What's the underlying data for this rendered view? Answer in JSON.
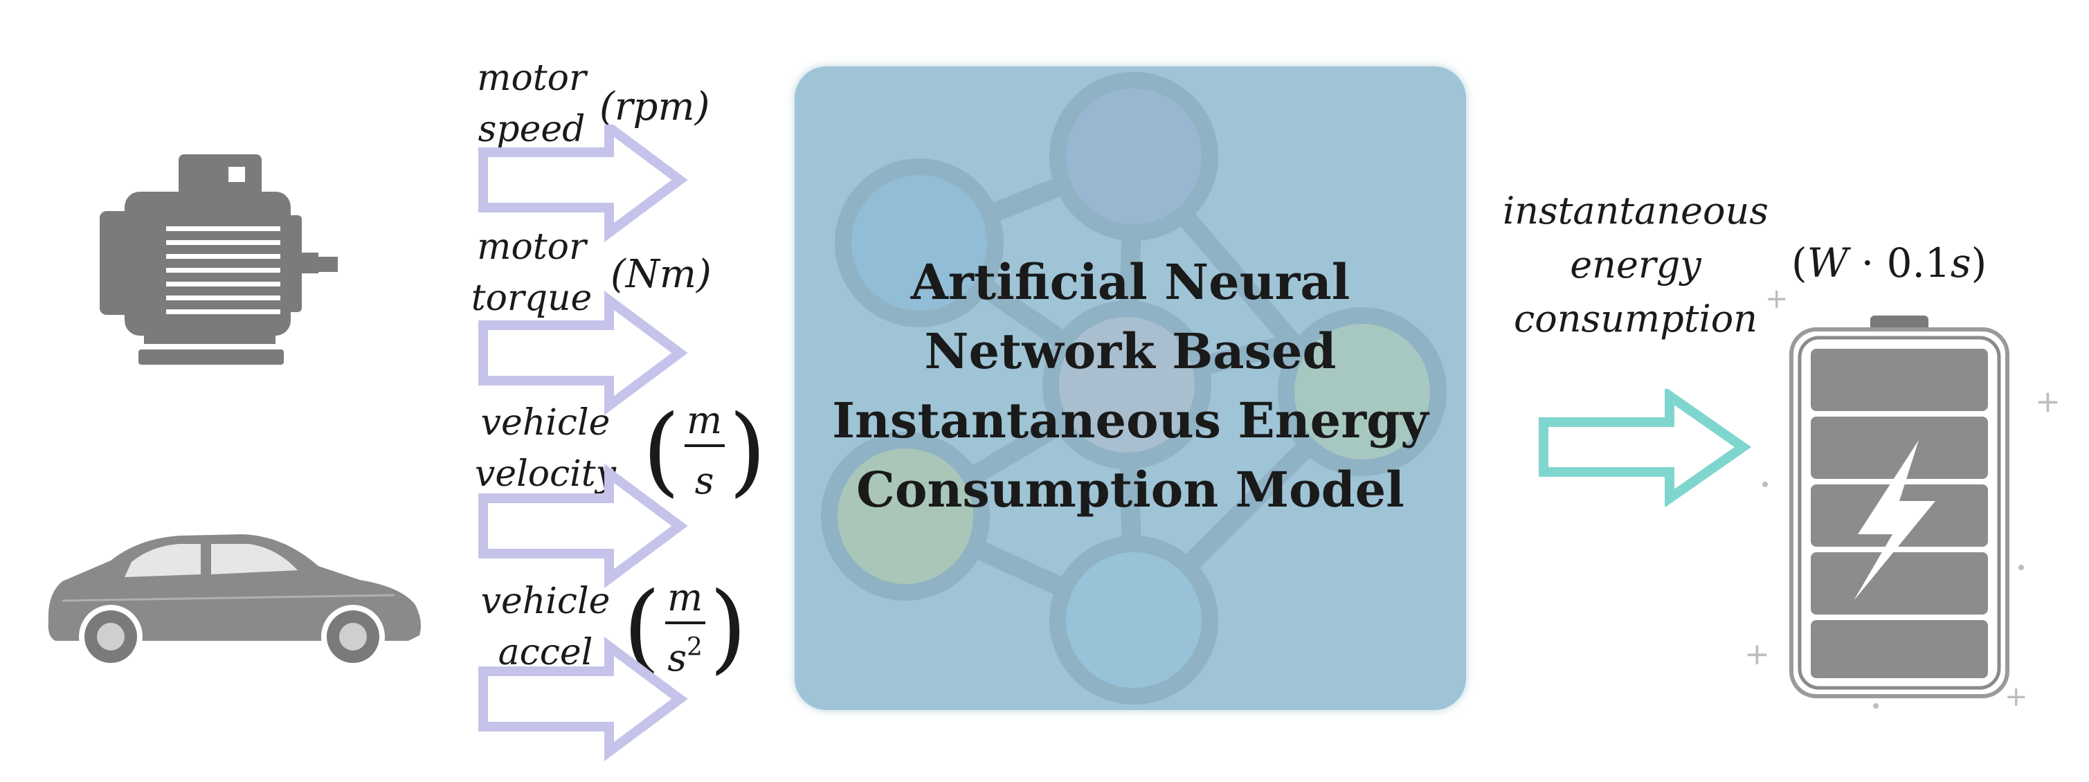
{
  "inputs": [
    {
      "line1": "motor",
      "line2": "speed",
      "unit": "(rpm)"
    },
    {
      "line1": "motor",
      "line2": "torque",
      "unit": "(Nm)"
    },
    {
      "line1": "vehicle",
      "line2": "velocity",
      "unit_num": "m",
      "unit_den": "s",
      "unit_den_exp": ""
    },
    {
      "line1": "vehicle",
      "line2": "accel",
      "unit_num": "m",
      "unit_den": "s",
      "unit_den_exp": "2"
    }
  ],
  "model": {
    "line1": "Artificial Neural",
    "line2": "Network Based",
    "line3": "Instantaneous Energy",
    "line4": "Consumption Model"
  },
  "output": {
    "line1": "instantaneous",
    "line2": "energy",
    "line3": "consumption",
    "unit_var": "W",
    "unit_rest": "· 0.1",
    "unit_s": "s"
  },
  "icons": {
    "motor": "electric-motor-icon",
    "car": "suv-car-icon",
    "battery": "charging-battery-icon"
  },
  "colors": {
    "input_arrow": "#c5c3ea",
    "output_arrow": "#7fd6cf",
    "model_box": "#9ec4d6",
    "icon_gray": "#7a7a7a"
  }
}
